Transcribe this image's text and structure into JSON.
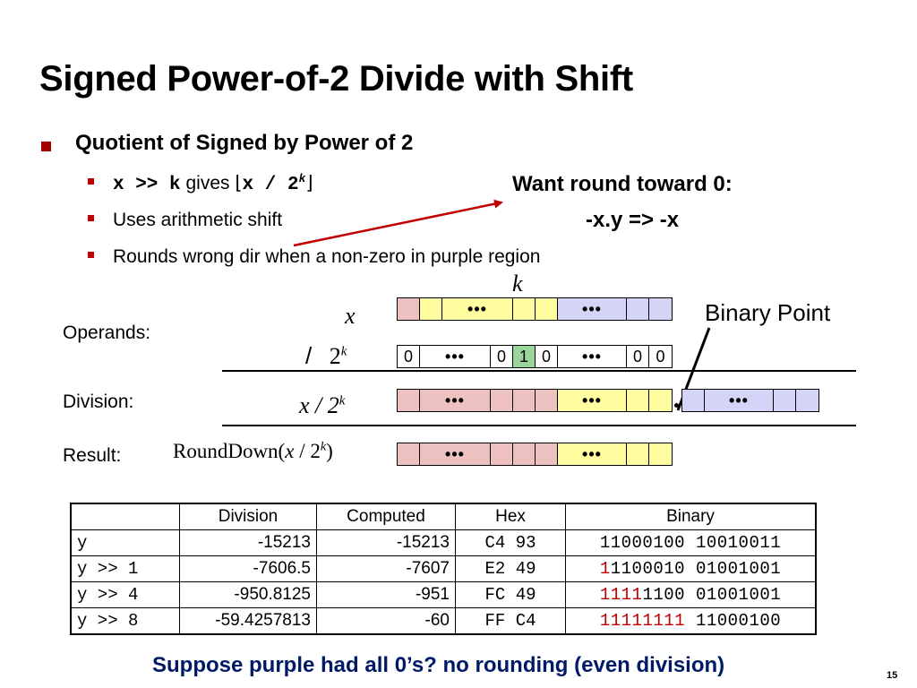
{
  "title": "Signed Power-of-2 Divide with Shift",
  "bullet1": "Quotient of Signed by Power of 2",
  "sub1": {
    "code": "x >> k",
    "gives": "gives",
    "floor_left": "⌊",
    "floor_code": "x / 2",
    "floor_sup": "k",
    "floor_right": "⌋"
  },
  "sub2": "Uses arithmetic shift",
  "sub3": "Rounds wrong dir when a non-zero in purple region",
  "want": {
    "line1": "Want round toward 0:",
    "line2": "-x.y => -x"
  },
  "diagram": {
    "k_label": "k",
    "x_label": "x",
    "div_slash": "/",
    "div_base": "2",
    "div_sup": "k",
    "xdiv_prefix": "x / 2",
    "xdiv_sup": "k",
    "round_prefix": "RoundDown(",
    "round_x": "x",
    "round_mid": " / 2",
    "round_sup": "k",
    "round_suffix": ")",
    "binary_point": "Binary Point",
    "operands": "Operands:",
    "division": "Division:",
    "result": "Result:",
    "dots": "•••",
    "zero": "0",
    "one": "1"
  },
  "colors": {
    "pink": "#eec1c1",
    "yellow": "#fffda0",
    "purple": "#d4d4f7",
    "green": "#9ad69a",
    "accent_red": "#c00000",
    "arrow": "#c00000",
    "bottom_text": "#001a66"
  },
  "table": {
    "headers": [
      "",
      "Division",
      "Computed",
      "Hex",
      "Binary"
    ],
    "rows": [
      {
        "label": "y",
        "division": "-15213",
        "computed": "-15213",
        "hex": "C4 93",
        "bin_red": "",
        "bin_rest": "11000100 10010011"
      },
      {
        "label": "y >> 1",
        "division": "-7606.5",
        "computed": "-7607",
        "hex": "E2 49",
        "bin_red": "1",
        "bin_rest": "1100010 01001001"
      },
      {
        "label": "y >> 4",
        "division": "-950.8125",
        "computed": "-951",
        "hex": "FC 49",
        "bin_red": "1111",
        "bin_rest": "1100 01001001"
      },
      {
        "label": "y >> 8",
        "division": "-59.4257813",
        "computed": "-60",
        "hex": "FF C4",
        "bin_red": "11111111",
        "bin_rest": " 11000100"
      }
    ]
  },
  "bottom_note": "Suppose purple had all 0’s? no rounding (even division)",
  "page_number": "15"
}
